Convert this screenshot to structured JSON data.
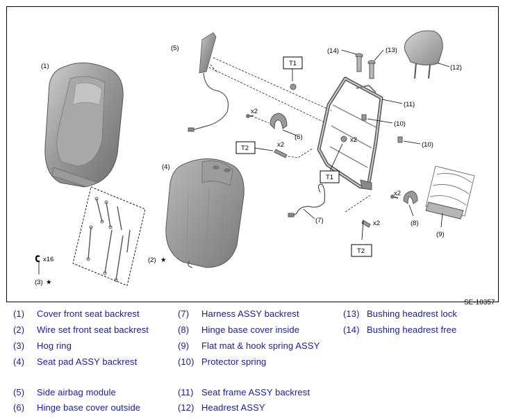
{
  "diagram": {
    "reference": "SE-10357",
    "callouts": {
      "c1": "(1)",
      "c2": "(2)",
      "c3": "(3)",
      "c4": "(4)",
      "c5": "(5)",
      "c6": "(6)",
      "c7": "(7)",
      "c8": "(8)",
      "c9": "(9)",
      "c10a": "(10)",
      "c10b": "(10)",
      "c11": "(11)",
      "c12": "(12)",
      "c13": "(13)",
      "c14": "(14)"
    },
    "torque_boxes": {
      "t1_top": "T1",
      "t1_mid": "T1",
      "t2_left": "T2",
      "t2_bottom": "T2"
    },
    "quantities": {
      "q_x2_bolt": "x2",
      "q_x2_t2": "x2",
      "q_x2_frame": "x2",
      "q_x2_bottom": "x2",
      "q_x2_hinge": "x2",
      "q_x16": "x16"
    },
    "star": "★"
  },
  "legend": [
    {
      "num": "(1)",
      "text": "Cover front seat backrest"
    },
    {
      "num": "(2)",
      "text": "Wire set front seat backrest"
    },
    {
      "num": "(3)",
      "text": "Hog ring"
    },
    {
      "num": "(4)",
      "text": "Seat pad ASSY backrest"
    },
    {
      "num": "(5)",
      "text": "Side airbag module"
    },
    {
      "num": "(6)",
      "text": "Hinge base cover outside"
    },
    {
      "num": "(7)",
      "text": "Harness ASSY backrest"
    },
    {
      "num": "(8)",
      "text": "Hinge base cover inside"
    },
    {
      "num": "(9)",
      "text": "Flat mat & hook spring ASSY"
    },
    {
      "num": "(10)",
      "text": "Protector spring"
    },
    {
      "num": "(11)",
      "text": "Seat frame ASSY backrest"
    },
    {
      "num": "(12)",
      "text": "Headrest ASSY"
    },
    {
      "num": "(13)",
      "text": "Bushing headrest lock"
    },
    {
      "num": "(14)",
      "text": "Bushing headrest free"
    }
  ]
}
